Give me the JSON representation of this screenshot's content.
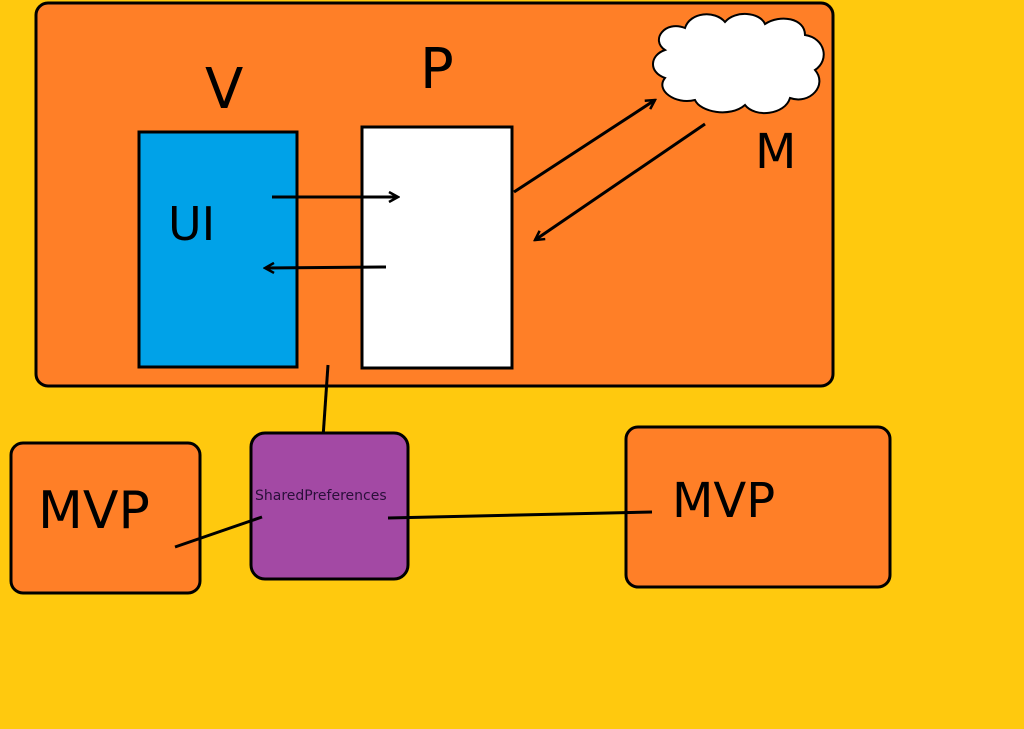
{
  "labels": {
    "view": "V",
    "presenter": "P",
    "model": "M",
    "ui": "UI",
    "shared_preferences": "SharedPreferences",
    "mvp_left": "MVP",
    "mvp_right": "MVP"
  },
  "colors": {
    "background": "#FFC90E",
    "container": "#FF7F27",
    "view_box": "#00A2E8",
    "presenter_box": "#FFFFFF",
    "shared_preferences_box": "#A349A4",
    "cloud": "#FFFFFF"
  }
}
